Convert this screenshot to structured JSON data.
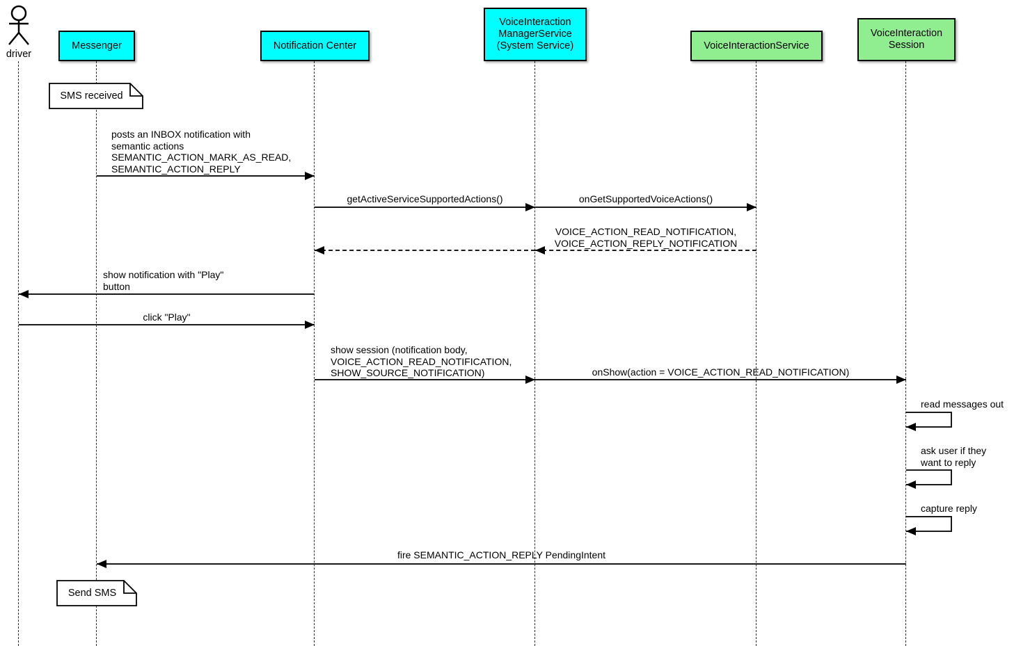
{
  "diagram_type": "uml-sequence",
  "actor": {
    "label": "driver"
  },
  "participants": [
    {
      "id": "messenger",
      "label": "Messenger",
      "color": "#00FFFF"
    },
    {
      "id": "notification-center",
      "label": "Notification Center",
      "color": "#00FFFF"
    },
    {
      "id": "voiceinteraction-managerservice",
      "label": "VoiceInteraction\nManagerService\n(System Service)",
      "color": "#00FFFF"
    },
    {
      "id": "voiceinteractionservice",
      "label": "VoiceInteractionService",
      "color": "#90EE90"
    },
    {
      "id": "voiceinteraction-session",
      "label": "VoiceInteraction\nSession",
      "color": "#90EE90"
    }
  ],
  "notes": [
    {
      "id": "sms-received",
      "text": "SMS received",
      "attached_to": "Messenger"
    },
    {
      "id": "send-sms",
      "text": "Send SMS",
      "attached_to": "Messenger"
    }
  ],
  "messages": [
    {
      "from": "Messenger",
      "to": "Notification Center",
      "type": "solid",
      "label": "posts an INBOX notification with\nsemantic actions\nSEMANTIC_ACTION_MARK_AS_READ,\nSEMANTIC_ACTION_REPLY"
    },
    {
      "from": "Notification Center",
      "to": "VoiceInteraction ManagerService",
      "type": "solid",
      "label": "getActiveServiceSupportedActions()"
    },
    {
      "from": "VoiceInteraction ManagerService",
      "to": "VoiceInteractionService",
      "type": "solid",
      "label": "onGetSupportedVoiceActions()"
    },
    {
      "from": "VoiceInteractionService",
      "to": "VoiceInteraction ManagerService",
      "type": "dashed-return",
      "label": "VOICE_ACTION_READ_NOTIFICATION,\nVOICE_ACTION_REPLY_NOTIFICATION"
    },
    {
      "from": "VoiceInteraction ManagerService",
      "to": "Notification Center",
      "type": "dashed-return",
      "label": ""
    },
    {
      "from": "Notification Center",
      "to": "driver",
      "type": "solid",
      "label": "show notification with \"Play\"\nbutton"
    },
    {
      "from": "driver",
      "to": "Notification Center",
      "type": "solid",
      "label": "click \"Play\""
    },
    {
      "from": "Notification Center",
      "to": "VoiceInteraction ManagerService",
      "type": "solid",
      "label": "show session (notification body,\nVOICE_ACTION_READ_NOTIFICATION,\nSHOW_SOURCE_NOTIFICATION)"
    },
    {
      "from": "VoiceInteraction ManagerService",
      "to": "VoiceInteraction Session",
      "type": "solid",
      "label": "onShow(action = VOICE_ACTION_READ_NOTIFICATION)"
    },
    {
      "from": "VoiceInteraction Session",
      "to": "VoiceInteraction Session",
      "type": "self",
      "label": "read messages out"
    },
    {
      "from": "VoiceInteraction Session",
      "to": "VoiceInteraction Session",
      "type": "self",
      "label": "ask user if they\nwant to reply"
    },
    {
      "from": "VoiceInteraction Session",
      "to": "VoiceInteraction Session",
      "type": "self",
      "label": "capture reply"
    },
    {
      "from": "VoiceInteraction Session",
      "to": "Messenger",
      "type": "solid",
      "label": "fire SEMANTIC_ACTION_REPLY PendingIntent"
    }
  ],
  "colors": {
    "participant_cyan": "#00FFFF",
    "participant_green": "#90EE90",
    "note_background": "#FFFFFF",
    "line": "#000000",
    "background": "#FFFFFF"
  }
}
